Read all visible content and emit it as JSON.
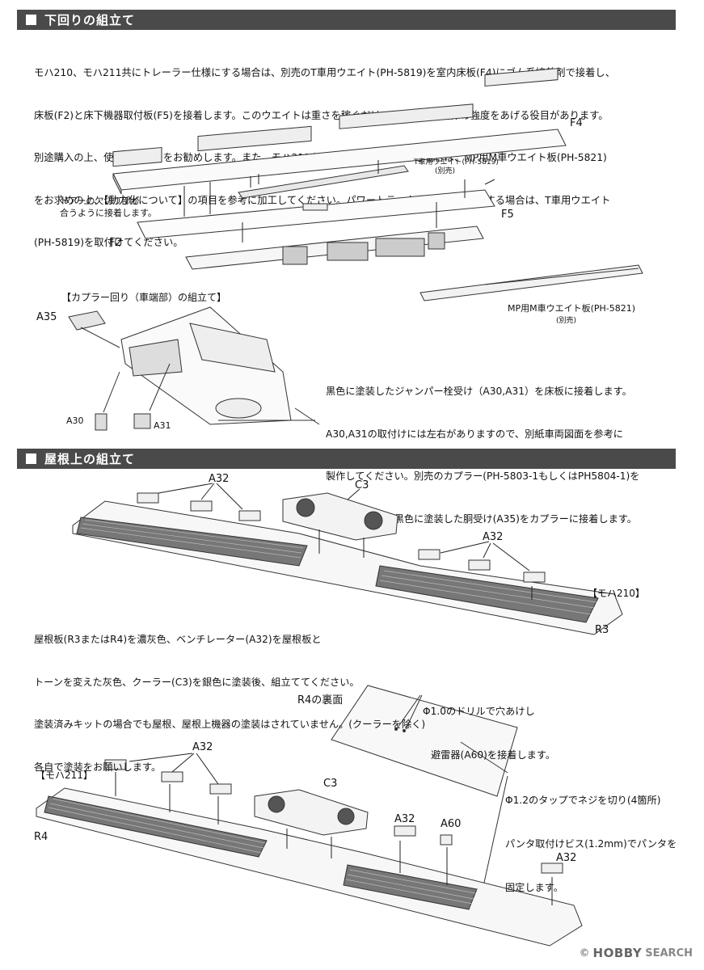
{
  "sections": {
    "underfloor_title": "下回りの組立て",
    "roof_title": "屋根上の組立て"
  },
  "underfloor": {
    "intro_lines": [
      "モハ210、モハ211共にトレーラー仕様にする場合は、別売のT車用ウエイト(PH-5819)を室内床板(F4)にゴム系接着剤で接着し、",
      "床板(F2)と床下機器取付板(F5)を接着します。このウエイトは重さを稼ぐだけでなく、床板全体の強度をあげる役目があります。",
      "別途購入の上、使用することをお勧めします。また、モハ211をMPギアで動力車化する場合は、MP用M車ウエイト板(PH-5821)",
      "をお求めの上、【動力化について】の項目を参考に加工してください。パワートラック系の動力を選択する場合は、T車用ウエイト",
      "(PH-5819)を取付けてください。"
    ],
    "labels": {
      "f4": "F4",
      "f5": "F5",
      "f2": "F2",
      "t_weight": "T車用ウエイト(PH-5819)",
      "t_weight_note": "(別売)",
      "door_note_1": "ドアーの欠切り部が",
      "door_note_2": "合うように接着します。",
      "mp_weight": "MP用M車ウエイト板(PH-5821)",
      "mp_weight_note": "(別売)"
    }
  },
  "coupler": {
    "title": "【カプラー回り（車端部）の組立て】",
    "labels": {
      "a35": "A35",
      "a30": "A30",
      "a31": "A31"
    },
    "text_lines": [
      "黒色に塗装したジャンパー栓受け（A30,A31）を床板に接着します。",
      "A30,A31の取付けには左右がありますので、別紙車両図面を参考に",
      "製作してください。別売のカプラー(PH-5803-1もしくはPH5804-1)を",
      "床板に取付け、黒色に塗装した胴受け(A35)をカプラーに接着します。"
    ]
  },
  "roof": {
    "labels": {
      "a32": "A32",
      "c3": "C3",
      "moha210": "【モハ210】",
      "moha211": "【モハ211】",
      "r3": "R3",
      "r4": "R4",
      "r4_back": "R4の裏面",
      "a60": "A60"
    },
    "text_lines": [
      "屋根板(R3またはR4)を濃灰色、ベンチレーター(A32)を屋根板と",
      "トーンを変えた灰色、クーラー(C3)を銀色に塗装後、組立ててください。",
      "塗装済みキットの場合でも屋根、屋根上機器の塗装はされていません。(クーラーを除く)",
      "各自で塗装をお願いします。"
    ],
    "drill_lines": [
      "Φ1.0のドリルで穴あけし",
      "避雷器(A60)を接着します。"
    ],
    "tap_lines": [
      "Φ1.2のタップでネジを切り(4箇所)",
      "パンタ取付けビス(1.2mm)でパンタを",
      "固定します。"
    ]
  },
  "watermark": {
    "brand": "HOBBY",
    "sub": "SEARCH",
    "mark": "©"
  },
  "colors": {
    "section_bar": "#4a4a4a",
    "line": "#333333",
    "roof_dark": "#555555"
  }
}
